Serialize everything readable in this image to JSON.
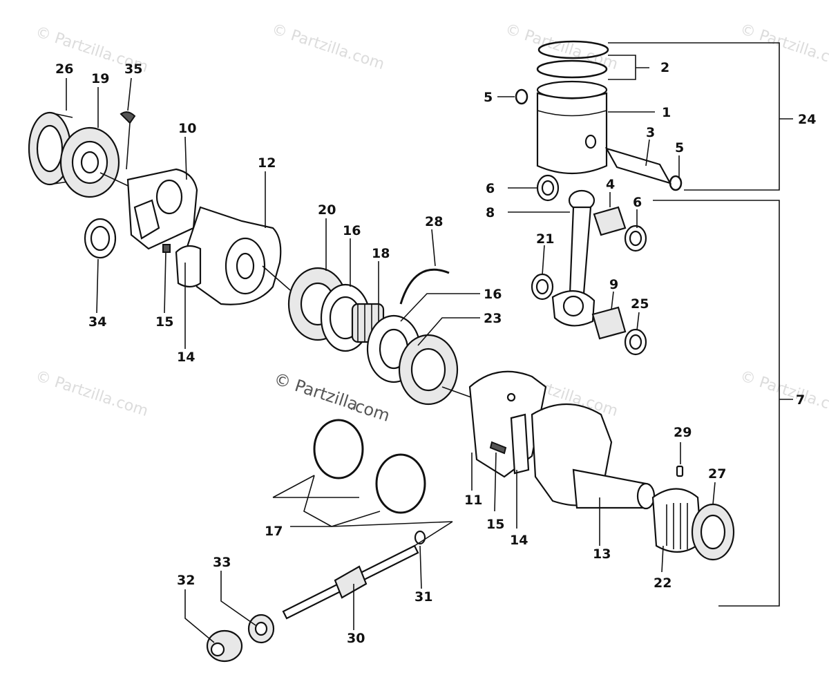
{
  "watermark": {
    "text": "© Partzilla.com",
    "center_text_a": "© Partzilla",
    "center_text_b": ".com"
  },
  "callouts": {
    "c1": "1",
    "c2": "2",
    "c3": "3",
    "c4": "4",
    "c5a": "5",
    "c5b": "5",
    "c6a": "6",
    "c6b": "6",
    "c7": "7",
    "c8": "8",
    "c9": "9",
    "c10": "10",
    "c11": "11",
    "c12": "12",
    "c13": "13",
    "c14a": "14",
    "c14b": "14",
    "c15a": "15",
    "c15b": "15",
    "c16a": "16",
    "c16b": "16",
    "c17": "17",
    "c18": "18",
    "c19": "19",
    "c20": "20",
    "c21": "21",
    "c22": "22",
    "c23": "23",
    "c24": "24",
    "c25": "25",
    "c26": "26",
    "c27": "27",
    "c28": "28",
    "c29": "29",
    "c30": "30",
    "c31": "31",
    "c32": "32",
    "c33": "33",
    "c34": "34",
    "c35": "35"
  }
}
